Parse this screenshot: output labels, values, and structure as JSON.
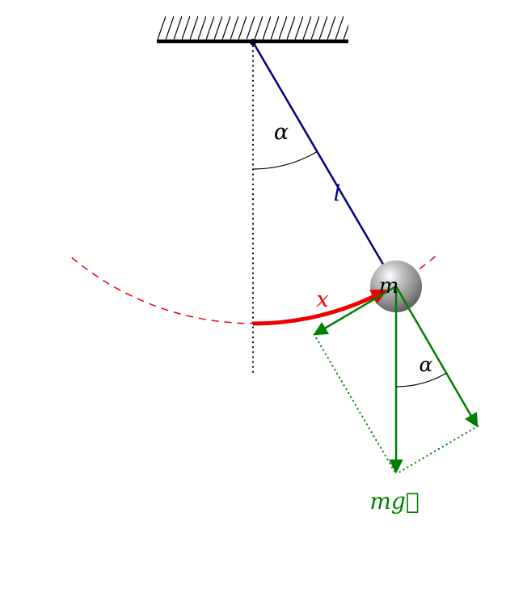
{
  "labels": {
    "top_angle": "α",
    "rod_length": "l",
    "mass": "m",
    "arc_coordinate": "x",
    "vector_angle": "α",
    "gravity_vector": "mg⃗"
  },
  "colors": {
    "rod": "#000080",
    "red": "#ee0000",
    "green": "#008000",
    "black": "#000000"
  }
}
